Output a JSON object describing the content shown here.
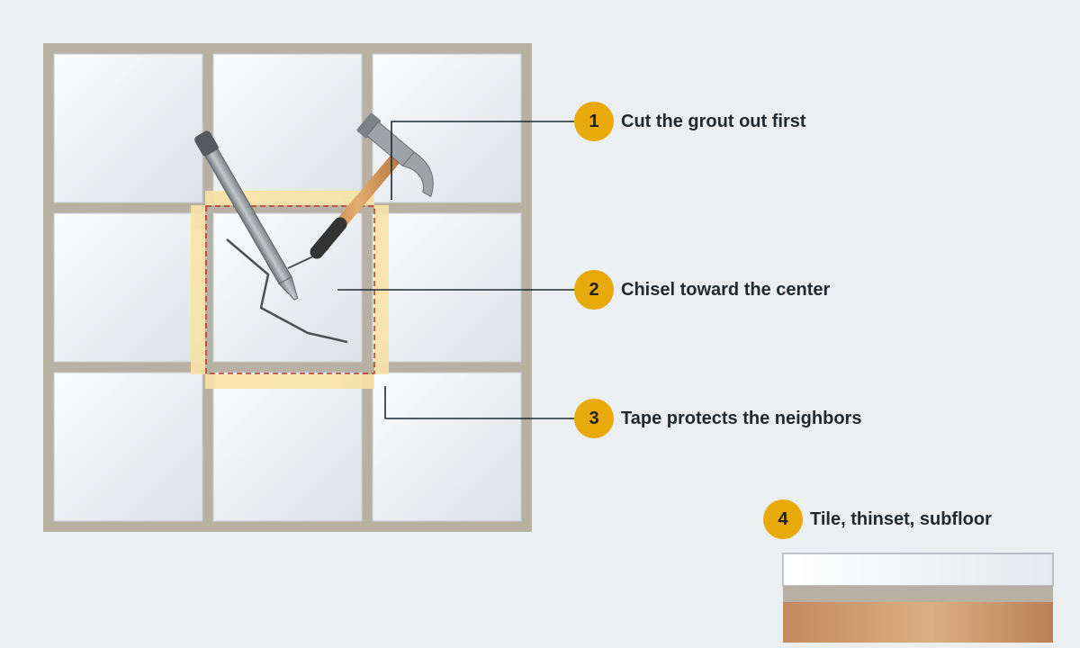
{
  "steps": [
    {
      "number": "1",
      "label": "Cut the grout out first"
    },
    {
      "number": "2",
      "label": "Chisel toward the center"
    },
    {
      "number": "3",
      "label": "Tape protects the neighbors"
    },
    {
      "number": "4",
      "label": "Tile, thinset, subfloor"
    }
  ],
  "colors": {
    "background": "#ebeff2",
    "grout": "#b8b0a3",
    "tile_light": "#f7f9fa",
    "tile_dark": "#dde3e8",
    "tape": "#f8e3a6",
    "cut_line": "#c0392b",
    "badge": "#e8a90a",
    "chisel": "#9ea3a8",
    "hammer_head": "#8f9498",
    "handle": "#d49a5a",
    "grip": "#333333",
    "subfloor": "#d3a074"
  },
  "icons": [
    "chisel-icon",
    "hammer-icon",
    "crack-icon"
  ]
}
